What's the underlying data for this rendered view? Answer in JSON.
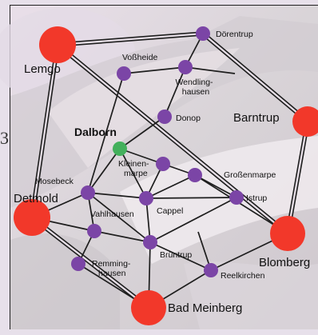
{
  "map": {
    "colors": {
      "city": "#f2382a",
      "village": "#7b45a6",
      "home": "#43b05c",
      "road": "#1e1e1e"
    },
    "cities": [
      {
        "id": "lemgo",
        "label": "Lemgo"
      },
      {
        "id": "barntrup",
        "label": "Barntrup"
      },
      {
        "id": "detmold",
        "label": "Detmold"
      },
      {
        "id": "blomberg",
        "label": "Blomberg"
      },
      {
        "id": "badmeinberg",
        "label": "Bad Meinberg"
      }
    ],
    "villages": [
      {
        "id": "doerentrup",
        "label": "Dörentrup"
      },
      {
        "id": "vosshheide",
        "label": "Voßheide"
      },
      {
        "id": "wendlinghausen",
        "label_lines": [
          "Wendling-",
          "hausen"
        ]
      },
      {
        "id": "donop",
        "label": "Donop"
      },
      {
        "id": "kleinenmarpe",
        "label_lines": [
          "Kleinen-",
          "marpe"
        ]
      },
      {
        "id": "grossenmarpe",
        "label": "Großenmarpe"
      },
      {
        "id": "mosebeck",
        "label": "Mosebeck"
      },
      {
        "id": "cappel",
        "label": "Cappel"
      },
      {
        "id": "istrup",
        "label": "Istrup"
      },
      {
        "id": "vahlhausen",
        "label": "Vahlhausen"
      },
      {
        "id": "bruentrup",
        "label": "Brüntrup"
      },
      {
        "id": "remminghausen",
        "label_lines": [
          "Remming-",
          "hausen"
        ]
      },
      {
        "id": "reelkirchen",
        "label": "Reelkirchen"
      }
    ],
    "home": {
      "id": "dalborn",
      "label": "Dalborn"
    },
    "page_edge_text": "3"
  }
}
